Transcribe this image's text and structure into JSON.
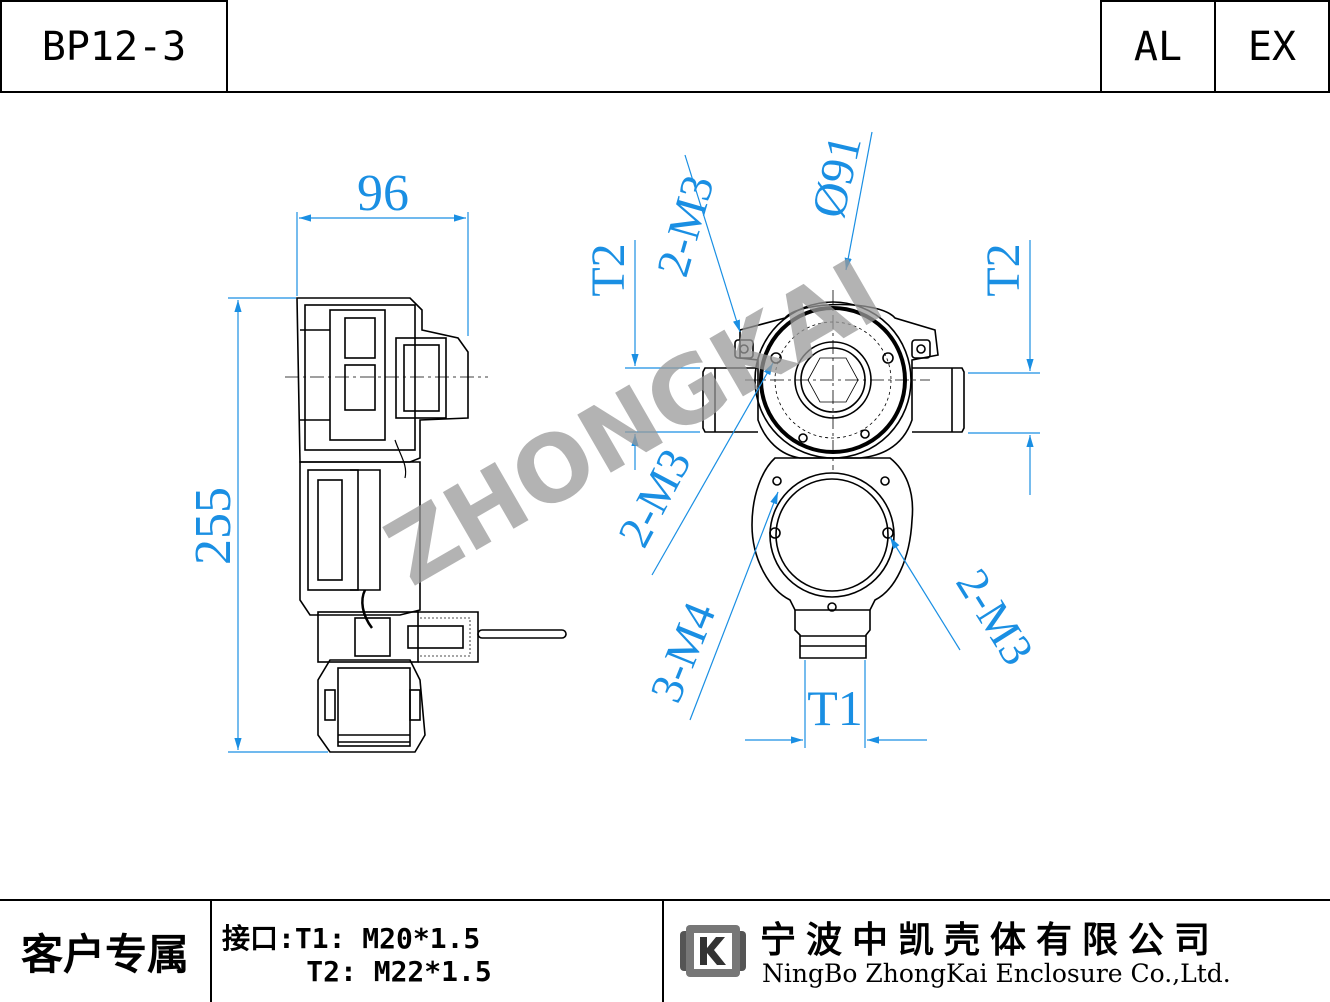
{
  "header": {
    "model": "BP12-3",
    "material": "AL",
    "protection": "EX"
  },
  "dimensions": {
    "width": "96",
    "height": "255",
    "diameter": "Ø91",
    "thread_t1": "T1",
    "thread_t2_left": "T2",
    "thread_t2_right": "T2",
    "screw_top": "2-M3",
    "screw_left": "2-M3",
    "screw_bottom_left": "3-M4",
    "screw_bottom_right": "2-M3"
  },
  "watermark": "ZHONGKAI",
  "footer": {
    "customer_label": "客户专属",
    "interface_line1": "接口:T1: M20*1.5",
    "interface_line2": "     T2: M22*1.5",
    "company_cn": "宁波中凯壳体有限公司",
    "company_en": "NingBo ZhongKai Enclosure Co.,Ltd."
  },
  "colors": {
    "dimension": "#1a8fe3",
    "outline": "#000000",
    "watermark": "#9a9a9a"
  }
}
